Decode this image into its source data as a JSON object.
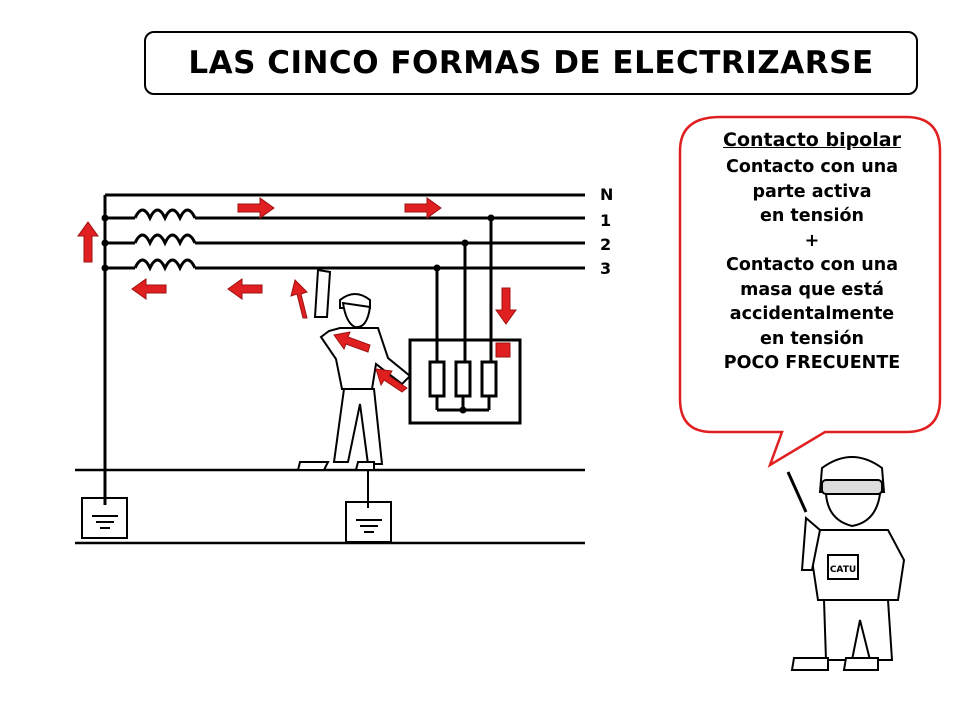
{
  "title": "LAS CINCO FORMAS DE ELECTRIZARSE",
  "diagram": {
    "line_labels": [
      "N",
      "1",
      "2",
      "3"
    ],
    "arrow_color": "#e02020"
  },
  "bubble": {
    "title": "Contacto bipolar",
    "lines": [
      "Contacto con una",
      "parte activa",
      "en tensión",
      "+",
      "Contacto con una",
      "masa que está",
      "accidentalmente",
      "en tensión",
      "POCO FRECUENTE"
    ],
    "border_color": "#e02020"
  },
  "mascot": {
    "badge_text": "CATU"
  }
}
